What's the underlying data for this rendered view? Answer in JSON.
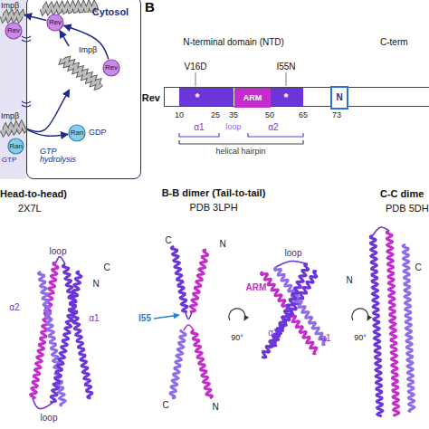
{
  "diagram": {
    "nodes": [
      {
        "text": [
          "Impβ"
        ]
      },
      {
        "text": [
          "Rev"
        ]
      },
      {
        "text": [
          "Cytosol"
        ]
      },
      {
        "text": [
          "Rev"
        ],
        "in": 2
      },
      {
        "text": [
          "Impβ"
        ],
        "in": 2
      },
      {
        "text": [
          "Rev"
        ],
        "in": 2
      },
      {
        "text": [
          "Impβ"
        ]
      },
      {
        "text": [
          "Ran"
        ]
      },
      {
        "text": [
          "Ran",
          "GDP"
        ],
        "in": 2
      },
      {
        "text": [
          "Rev"
        ]
      },
      {
        "text": [
          "ARM"
        ],
        "in": 9
      },
      {
        "text": [
          "N"
        ],
        "in": 9
      }
    ],
    "edges": [
      {
        "from": 6,
        "to": 4,
        "arrow": "to"
      },
      {
        "from": 6,
        "to": 8,
        "arrow": "to"
      },
      {
        "from": 4,
        "to": 3,
        "arrow": "to"
      },
      {
        "from": 5,
        "to": 3,
        "arrow": "to"
      },
      {
        "from": 3,
        "to": 0,
        "arrow": "to"
      }
    ],
    "labels": [
      "GTP",
      "GTP hydrolysis",
      "B",
      "N-terminal domain (NTD)",
      "C-term",
      "V16D",
      "I55N",
      "*",
      "*",
      "10",
      "25",
      "35",
      "50",
      "65",
      "73",
      "α1",
      "loop",
      "α2",
      "helical hairpin",
      "Head-to-head)",
      "2X7L",
      "loop",
      "α2",
      "α1",
      "N",
      "C",
      "loop",
      "B-B dimer (Tail-to-tail)",
      "PDB 3LPH",
      "C",
      "N",
      "I55",
      "C",
      "N",
      "90°",
      "ARM",
      "loop",
      "α2",
      "α1",
      "C-C dime",
      "PDB 5DH",
      "N",
      "90°",
      "C"
    ]
  }
}
